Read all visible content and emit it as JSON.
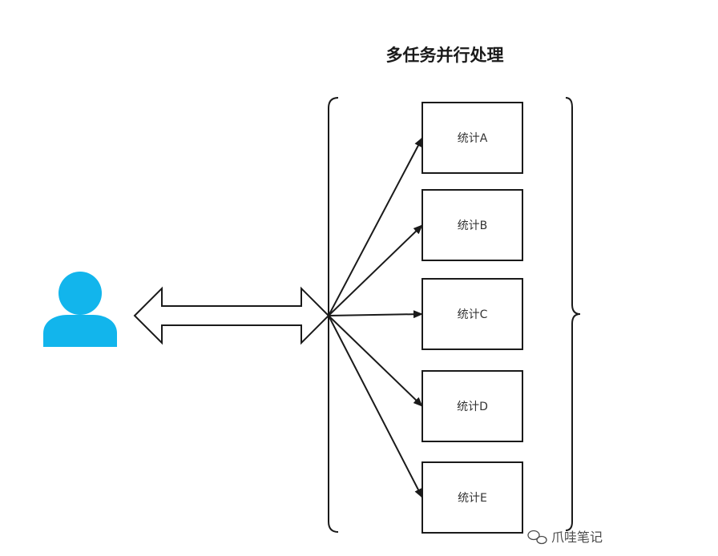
{
  "diagram": {
    "title": "多任务并行处理",
    "tasks": [
      {
        "label": "统计A"
      },
      {
        "label": "统计B"
      },
      {
        "label": "统计C"
      },
      {
        "label": "统计D"
      },
      {
        "label": "统计E"
      }
    ],
    "colors": {
      "user_icon": "#12b5ec",
      "stroke": "#1a1a1a",
      "box_fill": "#ffffff"
    },
    "icons": [
      "user-icon",
      "double-arrow",
      "wechat-icon"
    ]
  },
  "watermark": {
    "text": "爪哇笔记"
  }
}
